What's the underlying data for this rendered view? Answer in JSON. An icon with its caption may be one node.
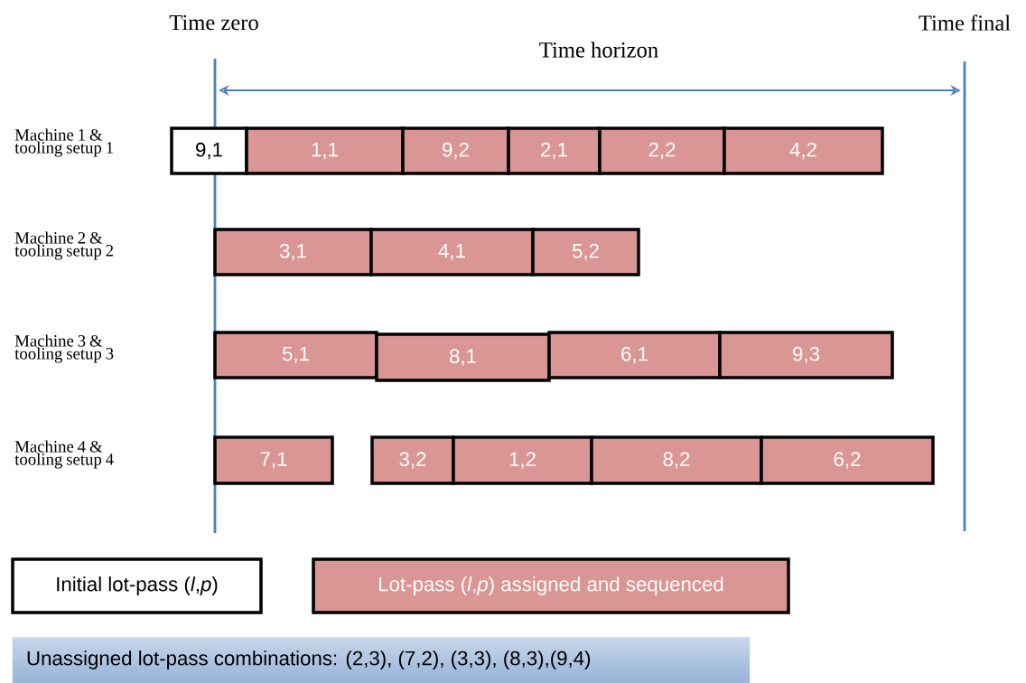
{
  "diagram": {
    "nodes": [
      {
        "text": [
          "9,1"
        ]
      },
      {
        "text": [
          "1,1"
        ]
      },
      {
        "text": [
          "9,2"
        ]
      },
      {
        "text": [
          "2,1"
        ]
      },
      {
        "text": [
          "2,2"
        ]
      },
      {
        "text": [
          "4,2"
        ]
      },
      {
        "text": [
          "3,1"
        ]
      },
      {
        "text": [
          "4,1"
        ]
      },
      {
        "text": [
          "5,2"
        ]
      },
      {
        "text": [
          "5,1"
        ]
      },
      {
        "text": [
          "8,1"
        ]
      },
      {
        "text": [
          "6,1"
        ]
      },
      {
        "text": [
          "9,3"
        ]
      },
      {
        "text": [
          "7,1"
        ]
      },
      {
        "text": [
          "3,2"
        ]
      },
      {
        "text": [
          "1,2"
        ]
      },
      {
        "text": [
          "8,2"
        ]
      },
      {
        "text": [
          "6,2"
        ]
      },
      {
        "text": [
          "Unassigned lot-pass combinations: (2,3), (7,2), (3,3), (8,3),(9,4)"
        ]
      }
    ],
    "labels": [
      "Time zero",
      "Time final",
      "Time horizon",
      "Machine 1 & tooling setup 1",
      "Machine 2 & tooling setup 2",
      "Machine 3 & tooling setup 3",
      "Machine 4 & tooling setup 4"
    ],
    "legend": [
      {
        "text": "Initial lot-pass (*l*,*p*)"
      },
      {
        "text": "Lot-pass (*l*,*p*) assigned and sequenced",
        "color": "#d99694"
      }
    ]
  }
}
